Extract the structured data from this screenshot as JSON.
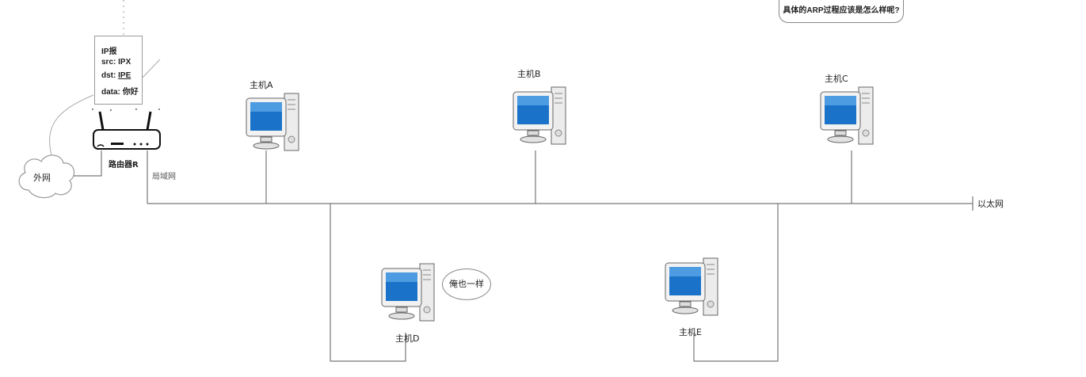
{
  "title_bubble": "具体的ARP过程应该是怎么样呢?",
  "packet": {
    "header": "IP报",
    "src_label": "src:",
    "src_value": "IPX",
    "dst_label": "dst:",
    "dst_value": "IPE",
    "data_label": "data:",
    "data_value": "你好"
  },
  "router_label": "路由器R",
  "internet_label": "外网",
  "lan_label": "局域网",
  "ethernet_label": "以太网",
  "hosts": {
    "a": "主机A",
    "b": "主机B",
    "c": "主机C",
    "d": "主机D",
    "e": "主机E"
  },
  "host_d_bubble": "俺也一样",
  "colors": {
    "screen": "#1a73c8",
    "screen_light": "#6fb6f0",
    "wire": "#777777",
    "case": "#e6e6e6"
  }
}
